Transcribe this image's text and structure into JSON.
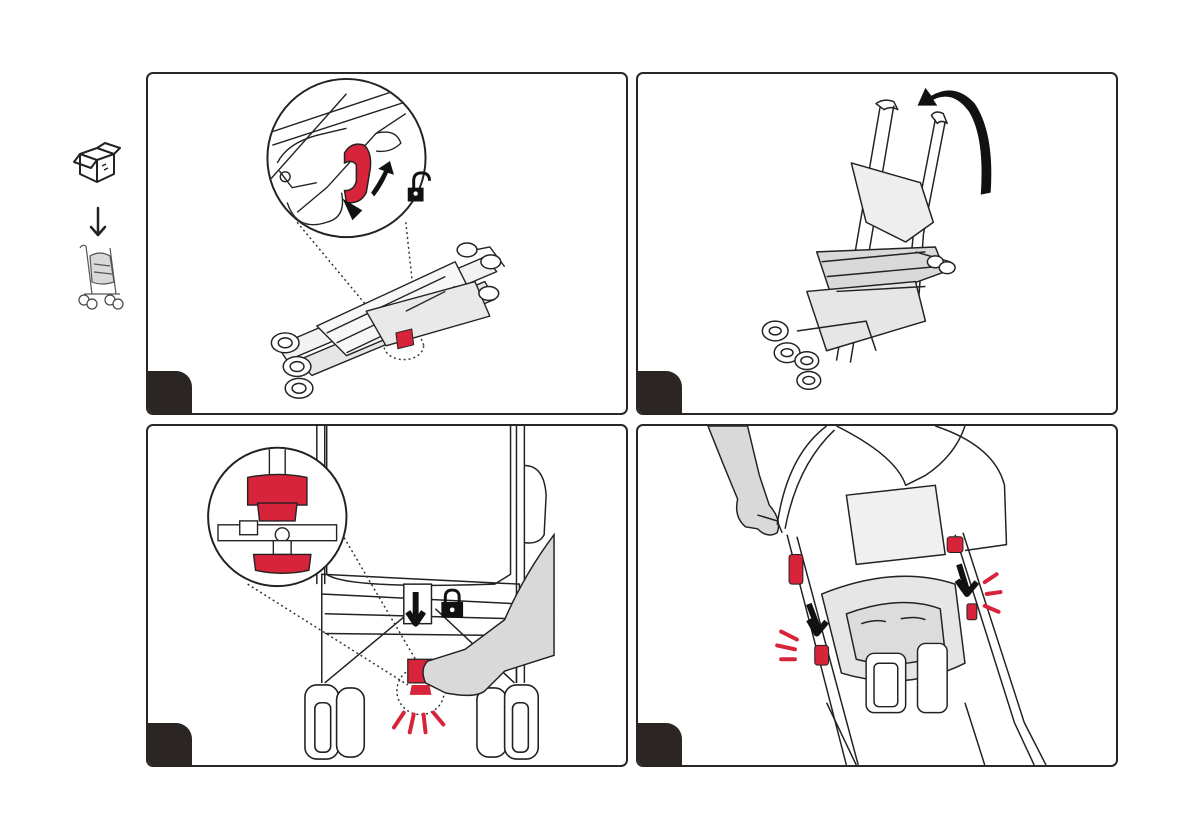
{
  "colors": {
    "frame": "#2b2623",
    "accent_red": "#d8243a",
    "grey_fill": "#d9d9d9",
    "line": "#222222"
  },
  "sidebar": {
    "icons": [
      "box-icon",
      "down-arrow-icon",
      "stroller-thumbnail"
    ]
  },
  "panels": [
    {
      "step": "",
      "icons": [
        "zoom-circle",
        "red-lock-lever",
        "unlock-icon",
        "folded-stroller"
      ]
    },
    {
      "step": "",
      "icons": [
        "curved-arrow-icon",
        "handles",
        "half-unfolded-stroller"
      ]
    },
    {
      "step": "",
      "icons": [
        "zoom-circle",
        "red-lock-pedal",
        "lock-icon",
        "down-arrow-icon",
        "foot"
      ]
    },
    {
      "step": "",
      "icons": [
        "hand",
        "red-locks",
        "down-arrow-icon",
        "click-lines"
      ]
    }
  ]
}
